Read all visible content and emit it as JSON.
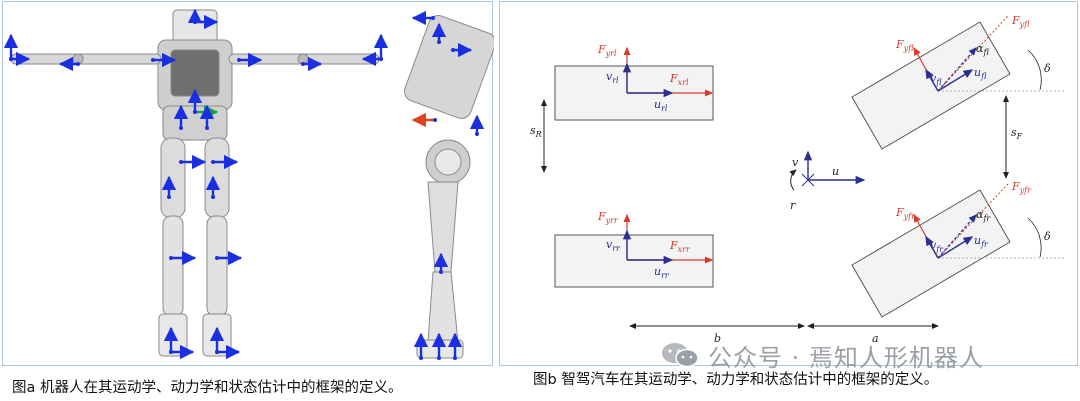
{
  "captions": {
    "a": "图a 机器人在其运动学、动力学和状态估计中的框架的定义。",
    "b": "图b  智驾汽车在其运动学、动力学和状态估计中的框架的定义。"
  },
  "watermark": {
    "text": "公众号 · 焉知人形机器人",
    "icon": "wechat-icon"
  },
  "vehicle_labels": {
    "F_yrl": "F",
    "F_yrl_sub": "yrl",
    "F_xrl": "F",
    "F_xrl_sub": "xrl",
    "v_rl": "v",
    "v_rl_sub": "rl",
    "u_rl": "u",
    "u_rl_sub": "rl",
    "F_yrr": "F",
    "F_yrr_sub": "yrr",
    "F_xrr": "F",
    "F_xrr_sub": "xrr",
    "v_rr": "v",
    "v_rr_sub": "rr",
    "u_rr": "u",
    "u_rr_sub": "rr",
    "F_yfl_top": "F",
    "F_yfl_top_sub": "yfl",
    "F_yfl_in": "F",
    "F_yfl_in_sub": "yfl",
    "alpha_fl": "α",
    "alpha_fl_sub": "fl",
    "v_fl": "v",
    "v_fl_sub": "fl",
    "u_fl": "u",
    "u_fl_sub": "fl",
    "delta_top": "δ",
    "F_yfr_top": "F",
    "F_yfr_top_sub": "yfr",
    "F_yfr_in": "F",
    "F_yfr_in_sub": "yfr",
    "alpha_fr": "α",
    "alpha_fr_sub": "fr",
    "v_fr": "v",
    "v_fr_sub": "fr",
    "u_fr": "u",
    "u_fr_sub": "fr",
    "delta_bottom": "δ",
    "s_R": "s",
    "s_R_sub": "R",
    "s_F": "s",
    "s_F_sub": "F",
    "v": "v",
    "u": "u",
    "r": "r",
    "b": "b",
    "a": "a"
  },
  "colors": {
    "frame_border": "#a9c7e0",
    "force_red": "#d93a2e",
    "velocity_blue": "#2b2f8f",
    "robot_axis_blue": "#1a2fe0",
    "robot_body_gray": "#c9c9c9"
  }
}
